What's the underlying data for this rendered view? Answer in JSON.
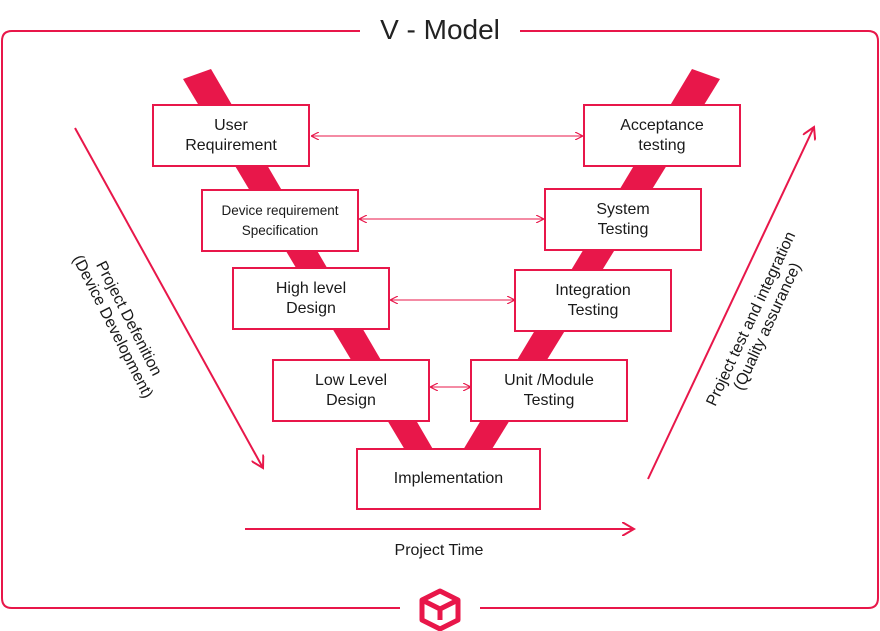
{
  "title": "V - Model",
  "accent_color": "#e8174a",
  "left_stages": [
    {
      "label": "User\nRequirement"
    },
    {
      "label": "Device requirement\nSpecification"
    },
    {
      "label": "High level\nDesign"
    },
    {
      "label": "Low Level\nDesign"
    }
  ],
  "bottom_stage": {
    "label": "Implementation"
  },
  "right_stages": [
    {
      "label": "Acceptance\ntesting"
    },
    {
      "label": "System\nTesting"
    },
    {
      "label": "Integration\nTesting"
    },
    {
      "label": "Unit /Module\nTesting"
    }
  ],
  "left_axis_label": "Project Defenition\n(Device Development)",
  "right_axis_label": "Project test and integration\n(Quality assurance)",
  "time_axis_label": "Project Time",
  "logo_icon": "cube-logo-icon"
}
